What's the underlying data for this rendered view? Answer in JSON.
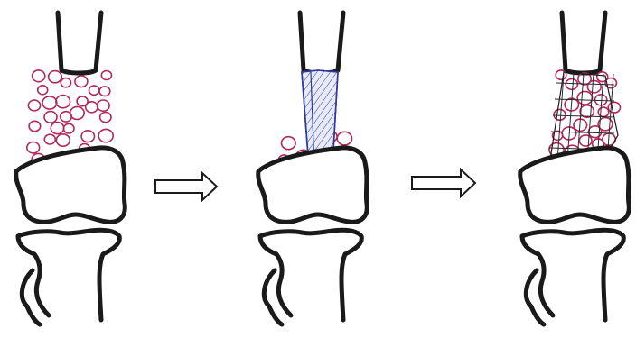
{
  "diagram": {
    "panels": [
      {
        "id": "panel-1",
        "content": "graft-cells"
      },
      {
        "id": "panel-2",
        "content": "rod-implant-with-cells"
      },
      {
        "id": "panel-3",
        "content": "mesh-scaffold-with-cells"
      }
    ],
    "arrows": 2,
    "colors": {
      "outline": "#1a1a1a",
      "cells": "#b0295a",
      "rod": "#2b3a9c",
      "background": "#ffffff"
    }
  }
}
